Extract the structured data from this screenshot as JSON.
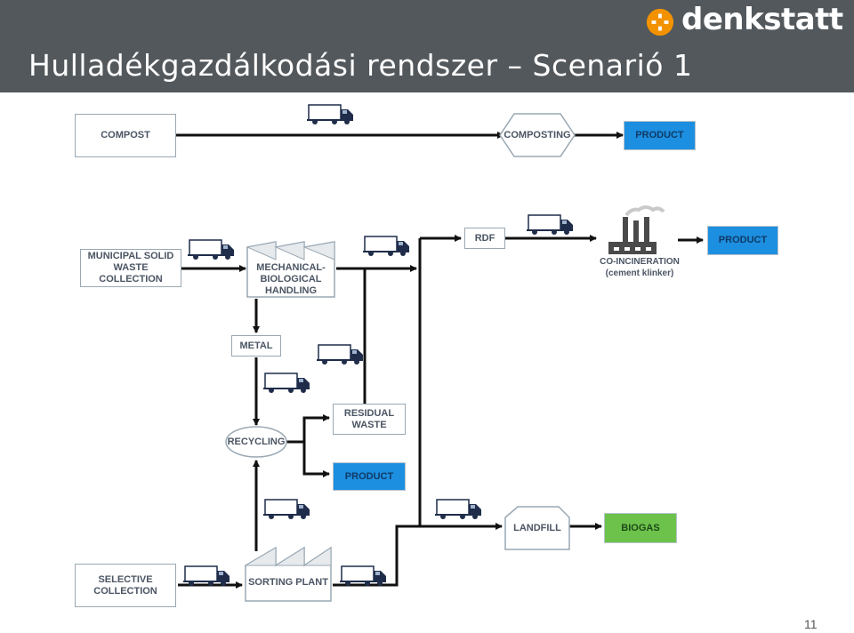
{
  "header": {
    "title": "Hulladékgazdálkodási rendszer – Scenarió 1",
    "logo_text": "denkstatt"
  },
  "nodes": {
    "compost": "COMPOST",
    "composting": "COMPOSTING",
    "product_top": "PRODUCT",
    "msw_line1": "MUNICIPAL SOLID",
    "msw_line2": "WASTE COLLECTION",
    "mbh_line1": "MECHANICAL-",
    "mbh_line2": "BIOLOGICAL",
    "mbh_line3": "HANDLING",
    "rdf": "RDF",
    "coincineration": "CO-INCINERATION",
    "cement_klinker": "(cement klinker)",
    "product_right": "PRODUCT",
    "metal": "METAL",
    "recycling": "RECYCLING",
    "residual_line1": "RESIDUAL",
    "residual_line2": "WASTE",
    "product_mid": "PRODUCT",
    "landfill": "LANDFILL",
    "biogas": "BIOGAS",
    "selective_line1": "SELECTIVE",
    "selective_line2": "COLLECTION",
    "sorting_plant": "SORTING PLANT"
  },
  "footer": {
    "page_number": "11"
  },
  "colors": {
    "header_bg": "#53585c",
    "product_blue": "#1d8fe0",
    "biogas_green": "#6cc24a",
    "truck": "#1f2d4a",
    "logo_orange": "#f39200"
  }
}
